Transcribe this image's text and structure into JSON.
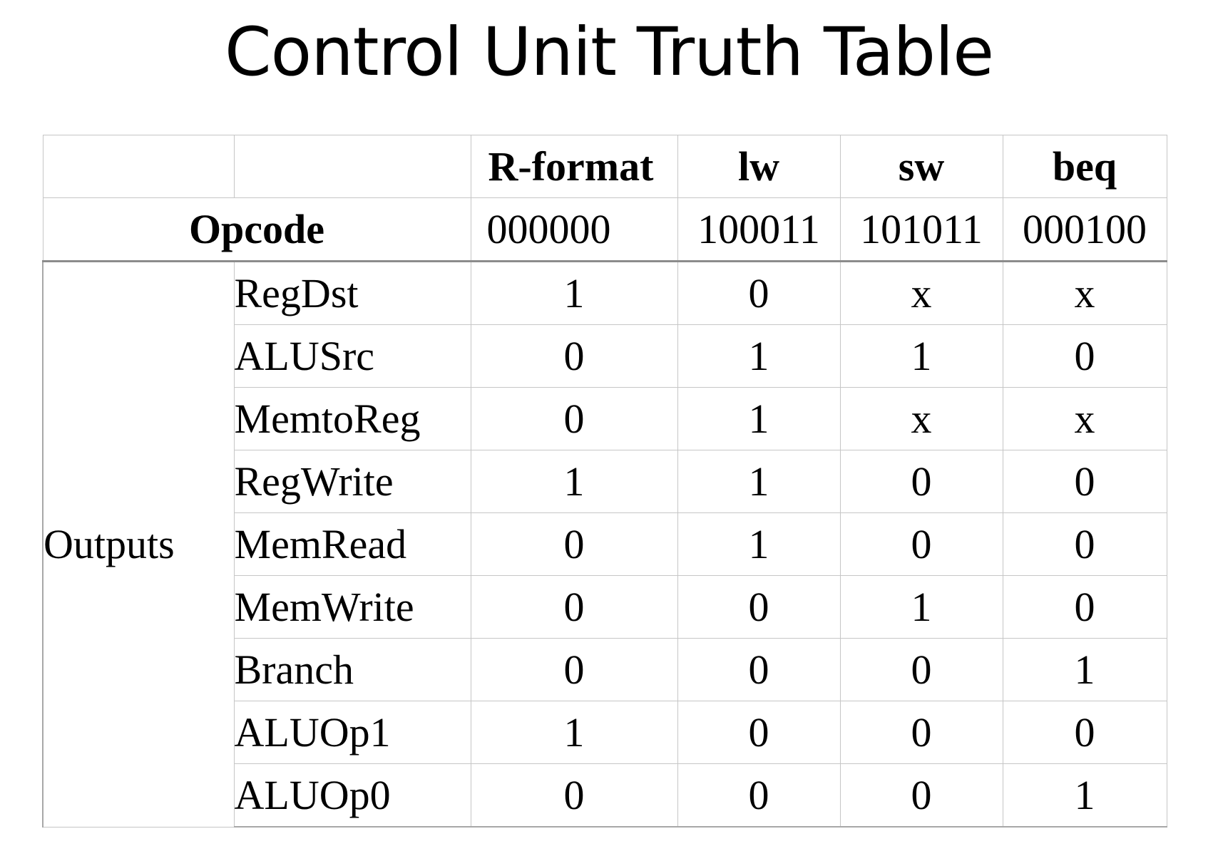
{
  "title": "Control Unit Truth Table",
  "table": {
    "columns": [
      "R-format",
      "lw",
      "sw",
      "beq"
    ],
    "opcode_label": "Opcode",
    "opcodes": [
      "000000",
      "100011",
      "101011",
      "000100"
    ],
    "outputs_label": "Outputs",
    "rows": [
      {
        "signal": "RegDst",
        "values": [
          "1",
          "0",
          "x",
          "x"
        ]
      },
      {
        "signal": "ALUSrc",
        "values": [
          "0",
          "1",
          "1",
          "0"
        ]
      },
      {
        "signal": "MemtoReg",
        "values": [
          "0",
          "1",
          "x",
          "x"
        ]
      },
      {
        "signal": "RegWrite",
        "values": [
          "1",
          "1",
          "0",
          "0"
        ]
      },
      {
        "signal": "MemRead",
        "values": [
          "0",
          "1",
          "0",
          "0"
        ]
      },
      {
        "signal": "MemWrite",
        "values": [
          "0",
          "0",
          "1",
          "0"
        ]
      },
      {
        "signal": "Branch",
        "values": [
          "0",
          "0",
          "0",
          "1"
        ]
      },
      {
        "signal": "ALUOp1",
        "values": [
          "1",
          "0",
          "0",
          "0"
        ]
      },
      {
        "signal": "ALUOp0",
        "values": [
          "0",
          "0",
          "0",
          "1"
        ]
      }
    ]
  }
}
